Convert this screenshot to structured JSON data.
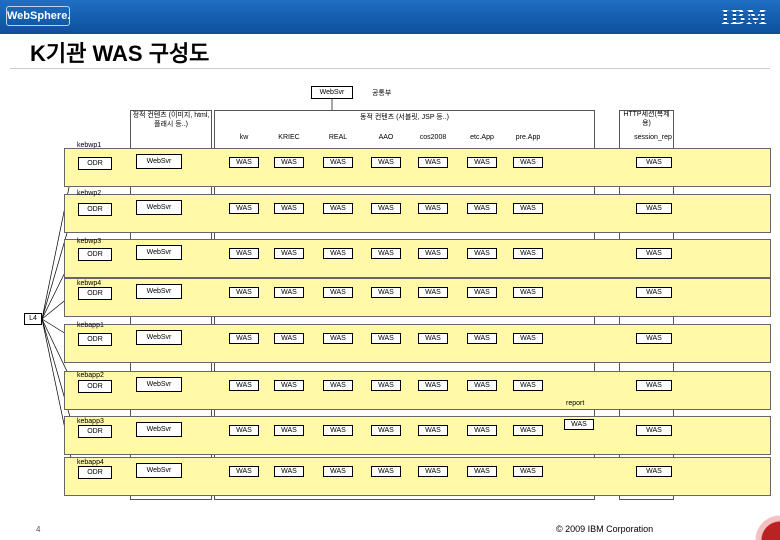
{
  "header": {
    "product": "WebSphere.",
    "vendor": "IBM"
  },
  "page_title": "K기관 WAS 구성도",
  "top": {
    "websvr": "WebSvr",
    "common": "공통부"
  },
  "groups": {
    "static": "정적 컨텐츠 (이미지, html, 플래시 등..)",
    "dynamic": "동적 컨텐츠 (서블릿, JSP 등..)",
    "http_session": "HTTP세션(복제용)"
  },
  "columns": [
    "kw",
    "KRIEC",
    "REAL",
    "AAO",
    "cos2008",
    "etc.App",
    "pre.App",
    "session_rep"
  ],
  "l4": "L4",
  "rows": [
    {
      "label": "kebwp1",
      "odr": "ODR",
      "websvr": "WebSvr"
    },
    {
      "label": "kebwp2",
      "odr": "ODR",
      "websvr": "WebSvr"
    },
    {
      "label": "kebwp3",
      "odr": "ODR",
      "websvr": "WebSvr"
    },
    {
      "label": "kebwp4",
      "odr": "ODR",
      "websvr": "WebSvr"
    },
    {
      "label": "kebapp1",
      "odr": "ODR",
      "websvr": "WebSvr"
    },
    {
      "label": "kebapp2",
      "odr": "ODR",
      "websvr": "WebSvr"
    },
    {
      "label": "kebapp3",
      "odr": "ODR",
      "websvr": "WebSvr"
    },
    {
      "label": "kebapp4",
      "odr": "ODR",
      "websvr": "WebSvr"
    }
  ],
  "was": "WAS",
  "report": "report",
  "footer": {
    "page": "4",
    "copyright": "© 2009 IBM Corporation"
  }
}
